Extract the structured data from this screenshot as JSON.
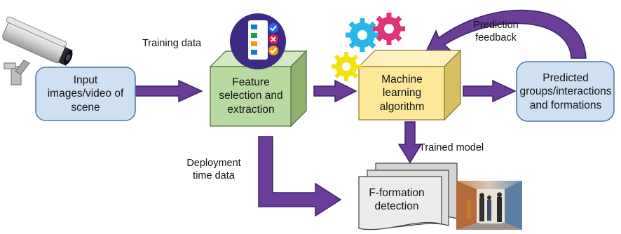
{
  "nodes": {
    "input": {
      "label": "Input images/video of scene"
    },
    "feature": {
      "label": "Feature selection and extraction"
    },
    "ml": {
      "label": "Machine learning algorithm"
    },
    "predicted": {
      "label": "Predicted groups/interactions and formations"
    },
    "fformation": {
      "label": "F-formation detection"
    }
  },
  "edge_labels": {
    "training_data": "Training data",
    "prediction_feedback": "Prediction feedback",
    "trained_model": "Trained model",
    "deployment": "Deployment time data"
  },
  "colors": {
    "arrow": "#6a3d9a",
    "arrow_stroke": "#3f2266",
    "input_fill": "#cfe0f3",
    "feature_fill": "#b8d9a0",
    "ml_fill": "#fde89a",
    "predicted_fill": "#cfe0f3",
    "document_fill": "#e7e7e7"
  },
  "icons": [
    "security-camera-icon",
    "checklist-icon",
    "gears-icon",
    "scene-photo-icon"
  ]
}
